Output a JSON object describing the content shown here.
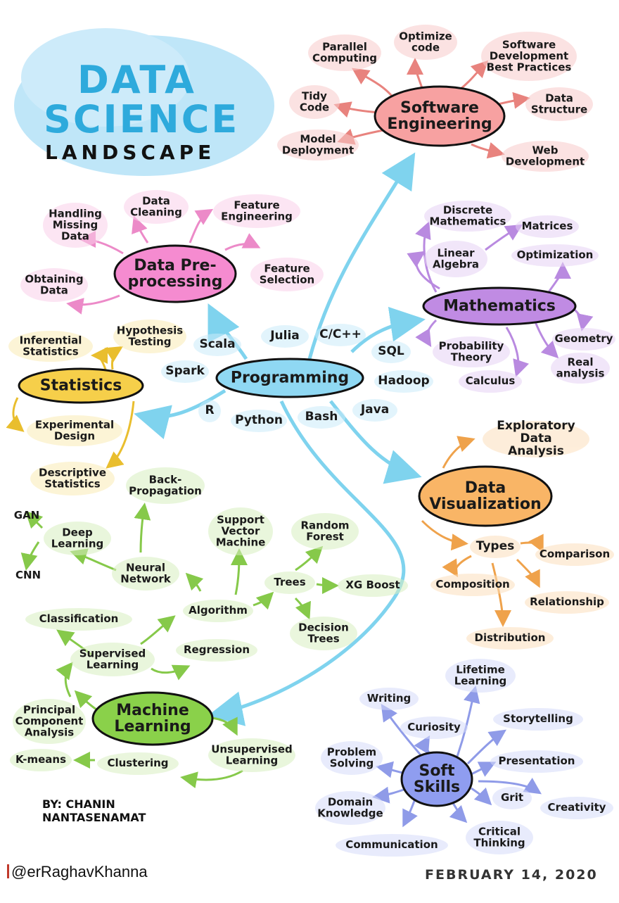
{
  "title": {
    "line1": "DATA",
    "line2": "SCIENCE",
    "line3": "LANDSCAPE"
  },
  "credit": "BY: CHANIN\n      NANTASENAMAT",
  "handle": "@erRaghavKhanna",
  "date": "FEBRUARY 14, 2020",
  "colors": {
    "software": "#f7a1a1",
    "mathematics": "#c08be3",
    "programming": "#8fd8f3",
    "preprocessing": "#f58bd0",
    "statistics": "#f6cf4a",
    "visualization": "#f9b566",
    "machine_learning": "#8ad14a",
    "soft_skills": "#8f9df0",
    "neutral": "#d6d6d6",
    "title": "#2eaadc"
  },
  "hubs": {
    "software": "Software\nEngineering",
    "mathematics": "Mathematics",
    "programming": "Programming",
    "preprocessing": "Data Pre-\nprocessing",
    "statistics": "Statistics",
    "visualization": "Data\nVisualization",
    "machine_learning": "Machine\nLearning",
    "soft_skills": "Soft\nSkills"
  },
  "software": {
    "parallel": "Parallel\nComputing",
    "optimize": "Optimize\ncode",
    "best_practices": "Software\nDevelopment\nBest Practices",
    "tidy": "Tidy\nCode",
    "data_structure": "Data\nStructure",
    "model_deployment": "Model\nDeployment",
    "web_dev": "Web\nDevelopment"
  },
  "mathematics": {
    "discrete": "Discrete\nMathematics",
    "matrices": "Matrices",
    "linear_algebra": "Linear\nAlgebra",
    "optimization": "Optimization",
    "probability": "Probability\nTheory",
    "geometry": "Geometry",
    "real_analysis": "Real\nanalysis",
    "calculus": "Calculus"
  },
  "preprocessing": {
    "missing": "Handling\nMissing\nData",
    "cleaning": "Data\nCleaning",
    "feature_eng": "Feature\nEngineering",
    "obtaining": "Obtaining\nData",
    "feature_sel": "Feature\nSelection"
  },
  "programming": {
    "scala": "Scala",
    "julia": "Julia",
    "cpp": "C/C++",
    "sql": "SQL",
    "spark": "Spark",
    "hadoop": "Hadoop",
    "r": "R",
    "python": "Python",
    "bash": "Bash",
    "java": "Java"
  },
  "statistics": {
    "inferential": "Inferential\nStatistics",
    "hypothesis": "Hypothesis\nTesting",
    "experimental": "Experimental\nDesign",
    "descriptive": "Descriptive\nStatistics"
  },
  "visualization": {
    "eda": "Exploratory\nData Analysis",
    "types": "Types",
    "comparison": "Comparison",
    "composition": "Composition",
    "relationship": "Relationship",
    "distribution": "Distribution"
  },
  "machine_learning": {
    "backprop": "Back-\nPropagation",
    "gan": "GAN",
    "deep_learning": "Deep\nLearning",
    "svm": "Support\nVector\nMachine",
    "random_forest": "Random\nForest",
    "cnn": "CNN",
    "neural_network": "Neural\nNetwork",
    "trees": "Trees",
    "xgboost": "XG Boost",
    "algorithm": "Algorithm",
    "classification": "Classification",
    "decision_trees": "Decision\nTrees",
    "supervised": "Supervised\nLearning",
    "regression": "Regression",
    "pca": "Principal\nComponent\nAnalysis",
    "unsupervised": "Unsupervised\nLearning",
    "kmeans": "K-means",
    "clustering": "Clustering"
  },
  "soft_skills": {
    "lifetime": "Lifetime\nLearning",
    "writing": "Writing",
    "curiosity": "Curiosity",
    "storytelling": "Storytelling",
    "problem_solving": "Problem\nSolving",
    "presentation": "Presentation",
    "domain": "Domain\nKnowledge",
    "grit": "Grit",
    "creativity": "Creativity",
    "critical": "Critical\nThinking",
    "communication": "Communication"
  }
}
